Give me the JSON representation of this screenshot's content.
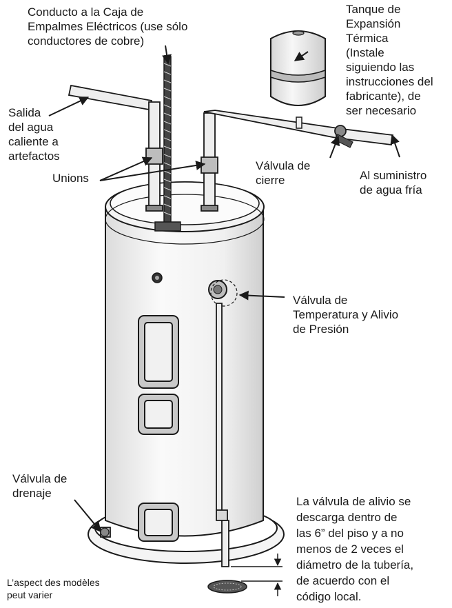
{
  "labels": {
    "conduit": "Conducto a la Caja de\nEmpalmes Eléctricos (use sólo\nconductores de cobre)",
    "expansion_tank": "Tanque de\nExpansión\nTérmica\n(Instale\nsiguiendo las\ninstrucciones del\nfabricante), de\nser necesario",
    "hot_water_outlet": "Salida\ndel agua\ncaliente a\nartefactos",
    "unions": "Unions",
    "shutoff_valve": "Válvula de\ncierre",
    "cold_water_supply": "Al suministro\nde agua fría",
    "tp_relief_valve": "Válvula de\nTemperatura y Alivio\nde Presión",
    "drain_valve": "Válvula de\ndrenaje",
    "discharge_note": "La válvula de alivio se\ndescarga dentro de\nlas 6” del piso y a no\nmenos de 2 veces el\ndiámetro de la tubería,\nde acuerdo con el\ncódigo local.",
    "disclaimer": "L’aspect des modèles\npeut varier"
  },
  "colors": {
    "line": "#1a1a1a",
    "tank_body": "#f4f4f4",
    "tank_shade": "#d9d9d9",
    "pipe": "#eeeeee",
    "panel": "#cfcfcf"
  }
}
